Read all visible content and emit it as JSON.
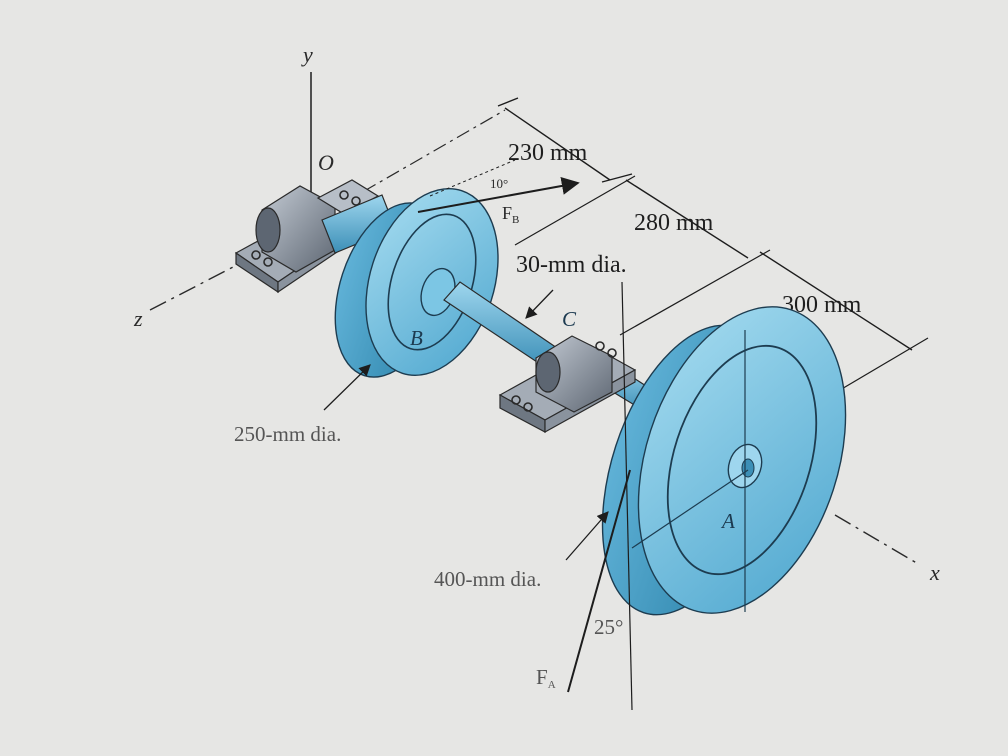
{
  "labels": {
    "axis_y": "y",
    "axis_z": "z",
    "axis_x": "x",
    "point_o": "O",
    "point_b": "B",
    "point_c": "C",
    "point_a": "A",
    "dim_230": "230 mm",
    "dim_280": "280 mm",
    "dim_300": "300 mm",
    "shaft_dia": "30-mm dia.",
    "pulley_b_dia": "250-mm dia.",
    "pulley_a_dia": "400-mm dia.",
    "angle_10": "10°",
    "angle_25": "25°",
    "force_b": "F",
    "force_b_sub": "B",
    "force_a": "F",
    "force_a_sub": "A"
  },
  "colors": {
    "background": "#e6e6e4",
    "pulley": "#7cc6e4",
    "pulley_dark": "#3f8fb5",
    "bearing": "#8a93a0",
    "line": "#1d1d1d"
  }
}
